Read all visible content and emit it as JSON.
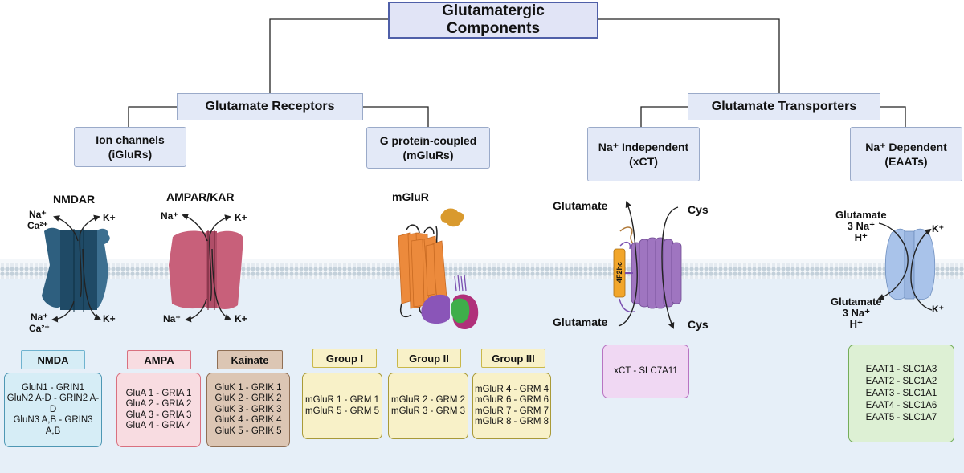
{
  "tree": {
    "root": "Glutamatergic\nComponents",
    "receptors": "Glutamate Receptors",
    "transporters": "Glutamate Transporters",
    "ion_channels": "Ion channels\n(iGluRs)",
    "g_protein": "G protein-coupled\n(mGluRs)",
    "na_independent": "Na⁺ Independent\n(xCT)",
    "na_dependent": "Na⁺ Dependent\n(EAATs)"
  },
  "receptors": {
    "nmdar": {
      "title": "NMDAR",
      "top_left": "Na⁺\nCa²⁺",
      "top_right": "K+",
      "bottom_left": "Na⁺\nCa²⁺",
      "bottom_right": "K+"
    },
    "ampar": {
      "title": "AMPAR/KAR",
      "top_left": "Na⁺",
      "top_right": "K+",
      "bottom_left": "Na⁺",
      "bottom_right": "K+"
    },
    "mglur": {
      "title": "mGluR"
    },
    "xct": {
      "glutamate_top": "Glutamate",
      "cys_top": "Cys",
      "glutamate_bottom": "Glutamate",
      "cys_bottom": "Cys",
      "subunit": "4F2hc"
    },
    "eaat": {
      "top_label": "Glutamate\n3 Na⁺\nH⁺",
      "top_k": "K⁺",
      "bottom_label": "Glutamate\n3 Na⁺\nH⁺",
      "bottom_k": "K⁺"
    }
  },
  "tables": {
    "nmda": {
      "label": "NMDA",
      "text": "GluN1 - GRIN1\nGluN2 A-D - GRIN2 A-D\nGluN3 A,B - GRIN3 A,B"
    },
    "ampa": {
      "label": "AMPA",
      "text": "GluA 1 - GRIA 1\nGluA 2 - GRIA 2\nGluA 3 - GRIA 3\nGluA 4 - GRIA 4"
    },
    "kainate": {
      "label": "Kainate",
      "text": "GluK 1 - GRIK 1\nGluK 2 - GRIK 2\nGluK 3 - GRIK 3\nGluK 4 - GRIK 4\nGluK 5 - GRIK 5"
    },
    "group1": {
      "label": "Group I",
      "text": "mGluR 1 - GRM 1\nmGluR 5 - GRM 5"
    },
    "group2": {
      "label": "Group II",
      "text": "mGluR 2 - GRM 2\nmGluR 3 - GRM 3"
    },
    "group3": {
      "label": "Group III",
      "text": "mGluR 4 - GRM 4\nmGluR 6 - GRM 6\nmGluR 7 - GRM 7\nmGluR 8 - GRM 8"
    },
    "xct": {
      "text": "xCT - SLC7A11"
    },
    "eaat": {
      "text": "EAAT1 - SLC1A3\nEAAT2 - SLC1A2\nEAAT3 - SLC1A1\nEAAT4 - SLC1A6\nEAAT5 - SLC1A7"
    }
  },
  "colors": {
    "nmdar": "#2e5f7f",
    "ampar": "#c8607a",
    "mglur": "#ec8a3c",
    "xct": "#9f75c0",
    "eaat": "#a9c3ea",
    "membrane": "#c9d7e2",
    "cytoplasm": "#e6eff8"
  }
}
